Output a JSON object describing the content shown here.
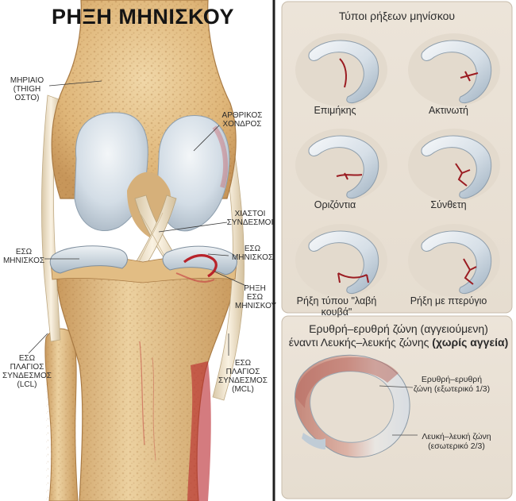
{
  "title": "ΡΗΞΗ ΜΗΝΙΣΚΟΥ",
  "knee_labels": {
    "femur": [
      "ΜΗΡΙΑΙΟ",
      "(THIGH ΟΣΤΟ)"
    ],
    "cartilage": [
      "ΑΡΘΡΙΚΟΣ",
      "ΧΟΝΔΡΟΣ"
    ],
    "cruciate": [
      "ΧΙΑΣΤΟΙ",
      "ΣΥΝΔΕΣΜΟΙ"
    ],
    "inner_meniscus_left": [
      "ΕΣΩ",
      "ΜΗΝΙΣΚΟΣ"
    ],
    "inner_meniscus_right": [
      "ΕΣΩ",
      "ΜΗΝΙΣΚΟΣ"
    ],
    "tear": [
      "ΡΗΞΗ",
      "ΕΣΩ",
      "ΜΗΝΙΣΚΟΥ"
    ],
    "lcl": [
      "ΕΣΩ",
      "ΠΛΑΓΙΟΣ",
      "ΣΥΝΔΕΣΜΟΣ",
      "(LCL)"
    ],
    "mcl": [
      "ΕΣΩ",
      "ΠΛΑΓΙΟΣ",
      "ΣΥΝΔΕΣΜΟΣ",
      "(MCL)"
    ]
  },
  "tear_types": {
    "title": "Τύποι ρήξεων μηνίσκου",
    "items": [
      {
        "label": "Επιμήκης"
      },
      {
        "label": "Ακτινωτή"
      },
      {
        "label": "Οριζόντια"
      },
      {
        "label": "Σύνθετη"
      },
      {
        "label": "Ρήξη τύπου \"λαβή κουβά\""
      },
      {
        "label": "Ρήξη με πτερύγιο"
      }
    ]
  },
  "zones": {
    "title_line1": "Ερυθρή–ερυθρή ζώνη (αγγειούμενη)",
    "title_line2": "έναντι Λευκής–λευκής ζώνης",
    "title_bold": "(χωρίς αγγεία)",
    "red_label": [
      "Ερυθρή–ερυθρή",
      "ζώνη (εξωτερικό 1/3)"
    ],
    "white_label": [
      "Λευκή–λευκή ζώνη",
      "(εσωτερικό 2/3)"
    ]
  },
  "colors": {
    "bone": "#e8c792",
    "cartilage": "#cfd9e2",
    "ligament": "#f1e6d0",
    "tear_red": "#b8232a",
    "panel_bg": "#ece4d8",
    "card_bg": "#e4dcd0",
    "red_zone": "#c98a7c"
  }
}
